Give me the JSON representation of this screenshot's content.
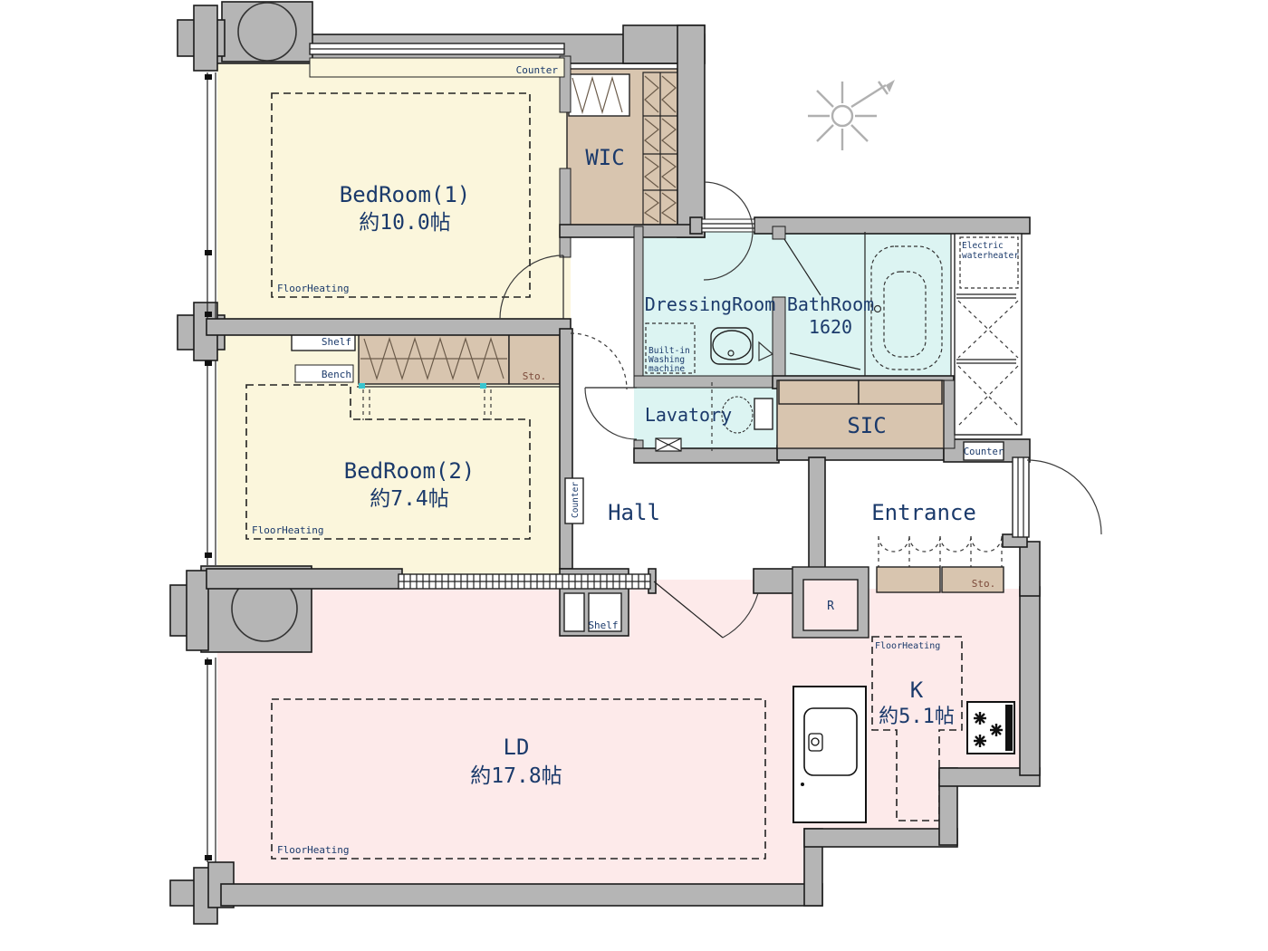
{
  "floorplan": {
    "rooms": {
      "bedroom1": {
        "name": "BedRoom(1)",
        "area": "約10.0帖",
        "floor_heating": "FloorHeating"
      },
      "bedroom2": {
        "name": "BedRoom(2)",
        "area": "約7.4帖",
        "floor_heating": "FloorHeating"
      },
      "living_dining": {
        "name": "LD",
        "area": "約17.8帖",
        "floor_heating": "FloorHeating"
      },
      "kitchen": {
        "name": "K",
        "area": "約5.1帖",
        "floor_heating": "FloorHeating"
      },
      "wic": {
        "name": "WIC"
      },
      "dressing_room": {
        "name": "DressingRoom"
      },
      "bathroom": {
        "name": "BathRoom",
        "size": "1620"
      },
      "lavatory": {
        "name": "Lavatory"
      },
      "sic": {
        "name": "SIC"
      },
      "hall": {
        "name": "Hall"
      },
      "entrance": {
        "name": "Entrance"
      }
    },
    "labels": {
      "counter": "Counter",
      "shelf": "Shelf",
      "bench": "Bench",
      "sto": "Sto.",
      "heater_line1": "Electric",
      "heater_line2": "waterheater",
      "washer_line1": "Built-in",
      "washer_line2": "Washing",
      "washer_line3": "machine",
      "refrigerator": "R"
    },
    "colors": {
      "wall": "#b5b5b5",
      "bedroom_floor": "#fbf6dc",
      "living_floor": "#fdeaea",
      "wet_floor": "#dcf4f2",
      "closet": "#d8c5af",
      "label_text": "#1b3a6b"
    }
  }
}
